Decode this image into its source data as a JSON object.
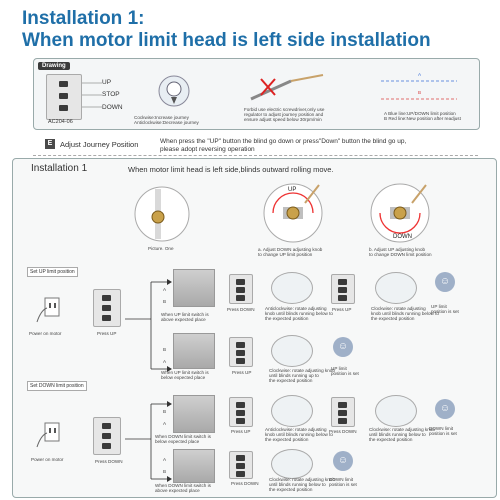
{
  "title_line1": "Installation 1:",
  "title_line2": "When motor limit head is left side installation",
  "drawing": {
    "tag": "Drawing",
    "labels": {
      "up": "UP",
      "stop": "STOP",
      "down": "DOWN"
    },
    "model": "AC204-06",
    "knob_caption_1": "Cockwise:Increase journey",
    "knob_caption_2": "Anticlockwise:Decrease journey",
    "warn_caption_1": "Forbid use electric screwdriver,only use",
    "warn_caption_2": "regulator to adjust journey position and",
    "warn_caption_3": "ensure adjust speed below 30rpm/min",
    "line_a": "A",
    "line_b": "B",
    "line_caption_1": "A Blue line:UP/DOWN limit position",
    "line_caption_2": "B Red line:New position after readjust"
  },
  "adjust": {
    "letter": "E",
    "label": "Adjust Journey Position",
    "note_1": "When press the \"UP\" button the blind go down or press\"Down\" button the blind go up,",
    "note_2": "please adopt reversing operation"
  },
  "inst": {
    "title": "Installation 1",
    "subtitle": "When motor limit head is left side,blinds outward rolling move.",
    "pic_one": "Picture. One",
    "up_label": "UP",
    "down_label": "DOWN",
    "cap_a1": "a. Adjust DOWN adjusting knob",
    "cap_a2": "to change UP limit position",
    "cap_b1": "b. Adjust UP adjusting knob",
    "cap_b2": "to change DOWN limit position"
  },
  "up_section": {
    "tag": "Set UP limit position",
    "power": "Power on motor",
    "press_first": "Press UP",
    "row1_note_1": "When UP limit switch is",
    "row1_note_2": "above expected place",
    "row1_press_a": "Press DOWN",
    "row1_caption_1": "Anticlockwise: rotate adjusting",
    "row1_caption_2": "knob until blinds running below to",
    "row1_caption_3": "the expected position",
    "row1_press_b": "Press UP",
    "row1_caption2_1": "Clockwise: rotate adjusting",
    "row1_caption2_2": "knob until blinds running below to",
    "row1_caption2_3": "the expected position",
    "row1_done_1": "UP limit",
    "row1_done_2": "position is set",
    "row2_note_1": "When UP limit switch is",
    "row2_note_2": "below expected place",
    "row2_press": "Press UP",
    "row2_caption_1": "Clockwise: rotate adjusting knob",
    "row2_caption_2": "until blinds running up to",
    "row2_caption_3": "the expected position",
    "row2_done_1": "UP limit",
    "row2_done_2": "position is set"
  },
  "down_section": {
    "tag": "Set DOWN limit position",
    "power": "Power on motor",
    "press_first": "Press DOWN",
    "row1_note_1": "When DOWN limit switch is",
    "row1_note_2": "below expected place",
    "row1_press_a": "Press UP",
    "row1_caption_1": "Anticlockwise: rotate adjusting",
    "row1_caption_2": "knob until blinds running below to",
    "row1_caption_3": "the expected position",
    "row1_press_b": "Press DOWN",
    "row1_caption2_1": "Clockwise: rotate adjusting knob",
    "row1_caption2_2": "until blinds running below to",
    "row1_caption2_3": "the expected position",
    "row1_done_1": "DOWN limit",
    "row1_done_2": "position is set",
    "row2_note_1": "When DOWN limit switch is",
    "row2_note_2": "above expected place",
    "row2_press": "Press DOWN",
    "row2_caption_1": "Clockwise: rotate adjusting knob",
    "row2_caption_2": "until blinds running below to",
    "row2_caption_3": "the expected position",
    "row2_done_1": "DOWN limit",
    "row2_done_2": "position is set"
  },
  "letters": {
    "a": "A",
    "b": "B"
  },
  "colors": {
    "title": "#1f6fa8",
    "line_blue": "#3a6fd8",
    "line_red": "#d84040",
    "smiley": "#9fb0c8"
  }
}
